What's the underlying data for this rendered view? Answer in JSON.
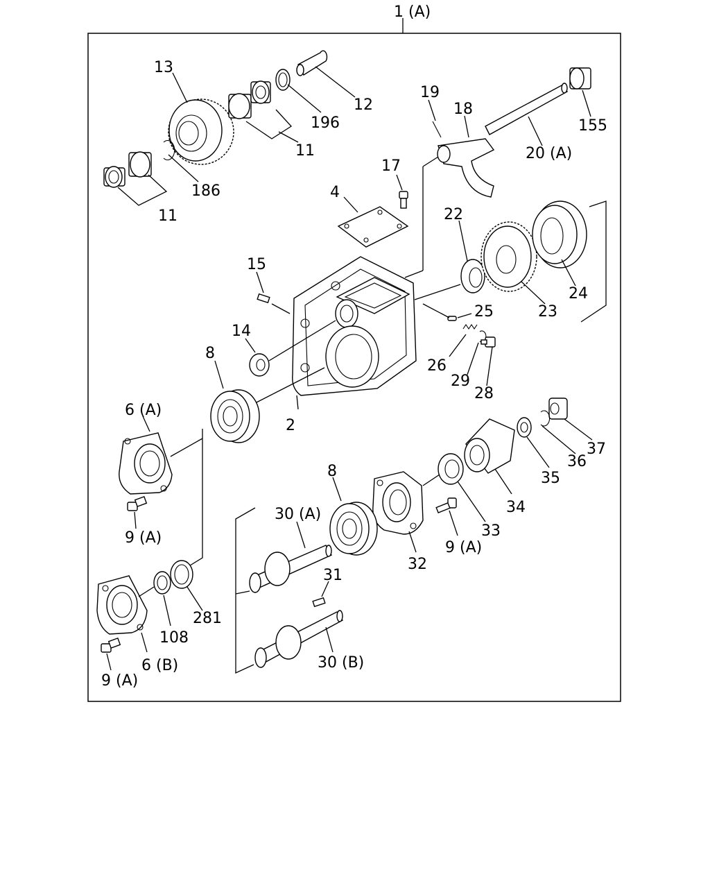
{
  "assembly_label": "1 (A)",
  "callouts": {
    "c13": "13",
    "c12": "12",
    "c196": "196",
    "c11_top": "11",
    "c186": "186",
    "c11_left": "11",
    "c19": "19",
    "c18": "18",
    "c155": "155",
    "c20a": "20 (A)",
    "c17": "17",
    "c4": "4",
    "c22": "22",
    "c24": "24",
    "c23": "23",
    "c15": "15",
    "c25": "25",
    "c14": "14",
    "c26": "26",
    "c29": "29",
    "c28": "28",
    "c8_top": "8",
    "c6a": "6 (A)",
    "c2": "2",
    "c37": "37",
    "c36": "36",
    "c35": "35",
    "c8_bottom": "8",
    "c34": "34",
    "c9a_left": "9 (A)",
    "c30a": "30 (A)",
    "c33": "33",
    "c9a_mid": "9 (A)",
    "c32": "32",
    "c31": "31",
    "c281": "281",
    "c108": "108",
    "c30b": "30 (B)",
    "c6b": "6 (B)",
    "c9a_bottom": "9 (A)"
  }
}
